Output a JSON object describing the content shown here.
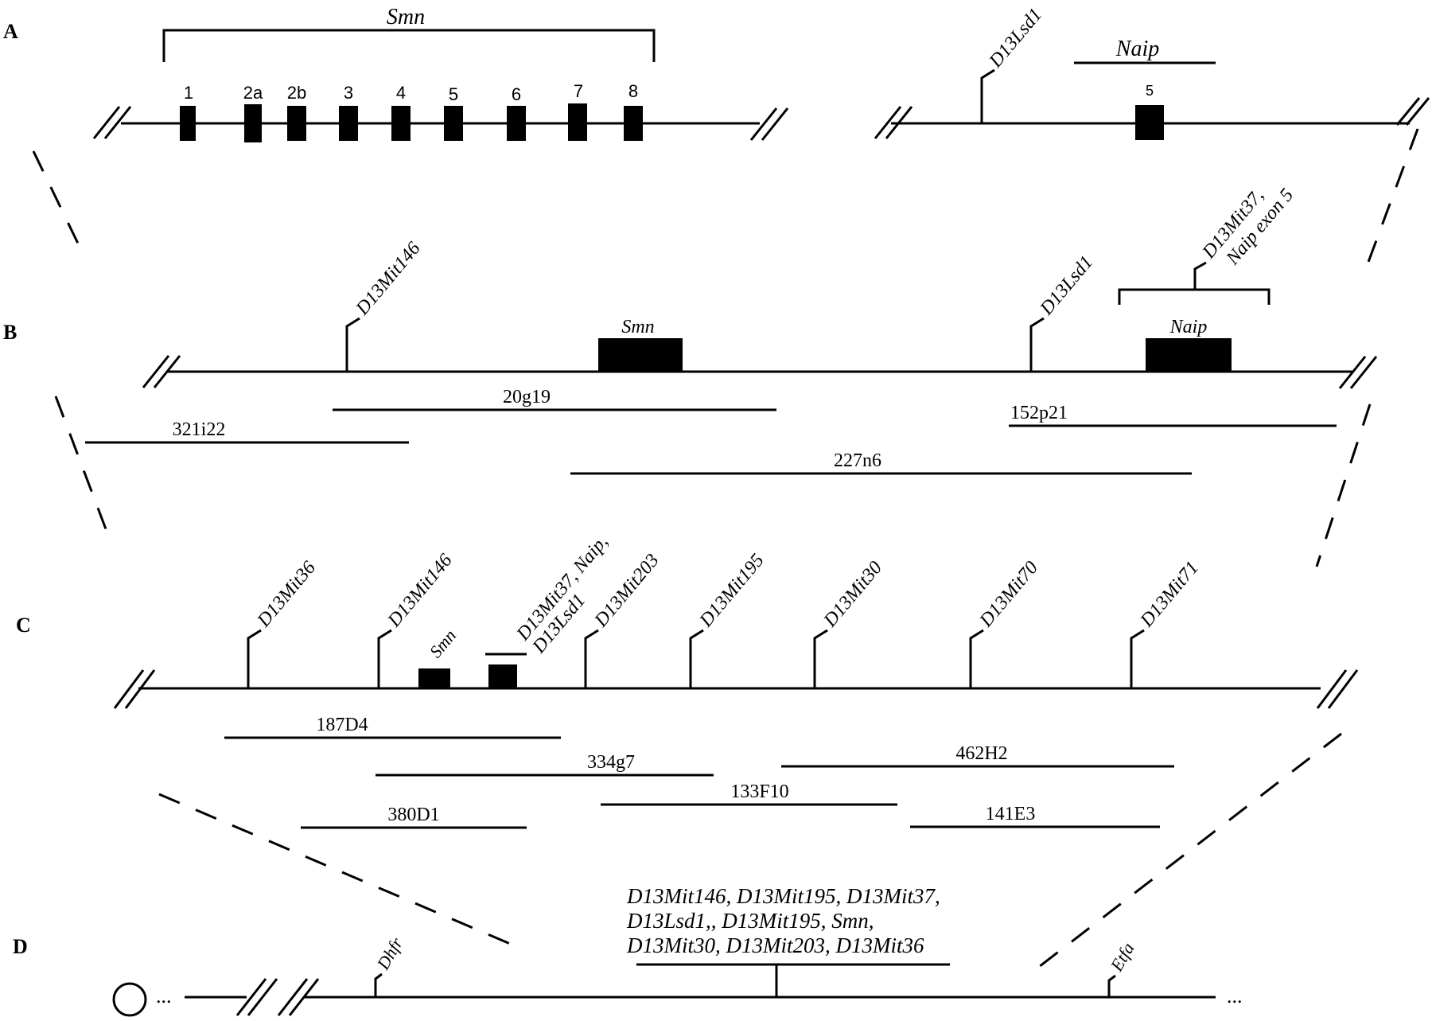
{
  "panels": {
    "a": {
      "label": "A",
      "smn_title": "Smn",
      "exons": [
        "1",
        "2a",
        "2b",
        "3",
        "4",
        "5",
        "6",
        "7",
        "8"
      ],
      "marker": "D13Lsd1",
      "naip_title": "Naip",
      "naip_exon": "5"
    },
    "b": {
      "label": "B",
      "markers": [
        "D13Mit146",
        "D13Lsd1"
      ],
      "bracket_marker_line1": "D13Mit37,",
      "bracket_marker_line2": "Naip exon 5",
      "genes": [
        "Smn",
        "Naip"
      ],
      "clones": [
        "20g19",
        "321i22",
        "152p21",
        "227n6"
      ]
    },
    "c": {
      "label": "C",
      "markers": [
        "D13Mit36",
        "D13Mit146",
        "D13Mit203",
        "D13Mit195",
        "D13Mit30",
        "D13Mit70",
        "D13Mit71"
      ],
      "naip_marker_line1": "D13Mit37, Naip,",
      "naip_marker_line2": "D13Lsd1",
      "gene": "Smn",
      "clones": [
        "187D4",
        "334g7",
        "462H2",
        "133F10",
        "380D1",
        "141E3"
      ]
    },
    "d": {
      "label": "D",
      "region_lines": [
        "D13Mit146, D13Mit195, D13Mit37,",
        "D13Lsd1,, D13Mit195,  Smn,",
        "D13Mit30, D13Mit203, D13Mit36"
      ],
      "markers": [
        "Dhfr",
        "Etfa"
      ],
      "ellipsis_left": "...",
      "ellipsis_right": "..."
    }
  }
}
